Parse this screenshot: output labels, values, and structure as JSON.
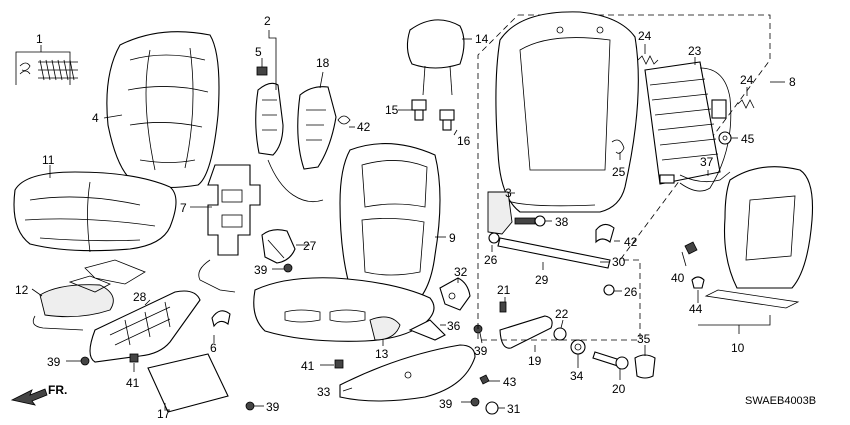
{
  "diagram": {
    "drawing_code": "SWAEB4003B",
    "direction_label": "FR.",
    "callouts": {
      "c1": "1",
      "c2": "2",
      "c3": "3",
      "c4": "4",
      "c5": "5",
      "c6": "6",
      "c7": "7",
      "c8": "8",
      "c9": "9",
      "c10": "10",
      "c11": "11",
      "c12": "12",
      "c13": "13",
      "c14": "14",
      "c15": "15",
      "c16": "16",
      "c17": "17",
      "c18": "18",
      "c19": "19",
      "c20": "20",
      "c21": "21",
      "c22": "22",
      "c23": "23",
      "c24a": "24",
      "c24b": "24",
      "c25": "25",
      "c26a": "26",
      "c26b": "26",
      "c27": "27",
      "c28": "28",
      "c29": "29",
      "c30": "30",
      "c31": "31",
      "c32": "32",
      "c33": "33",
      "c34": "34",
      "c35": "35",
      "c36": "36",
      "c37": "37",
      "c38": "38",
      "c39a": "39",
      "c39b": "39",
      "c39c": "39",
      "c39d": "39",
      "c39e": "39",
      "c40": "40",
      "c41a": "41",
      "c41b": "41",
      "c42a": "42",
      "c42b": "42",
      "c43": "43",
      "c44": "44",
      "c45": "45"
    }
  }
}
